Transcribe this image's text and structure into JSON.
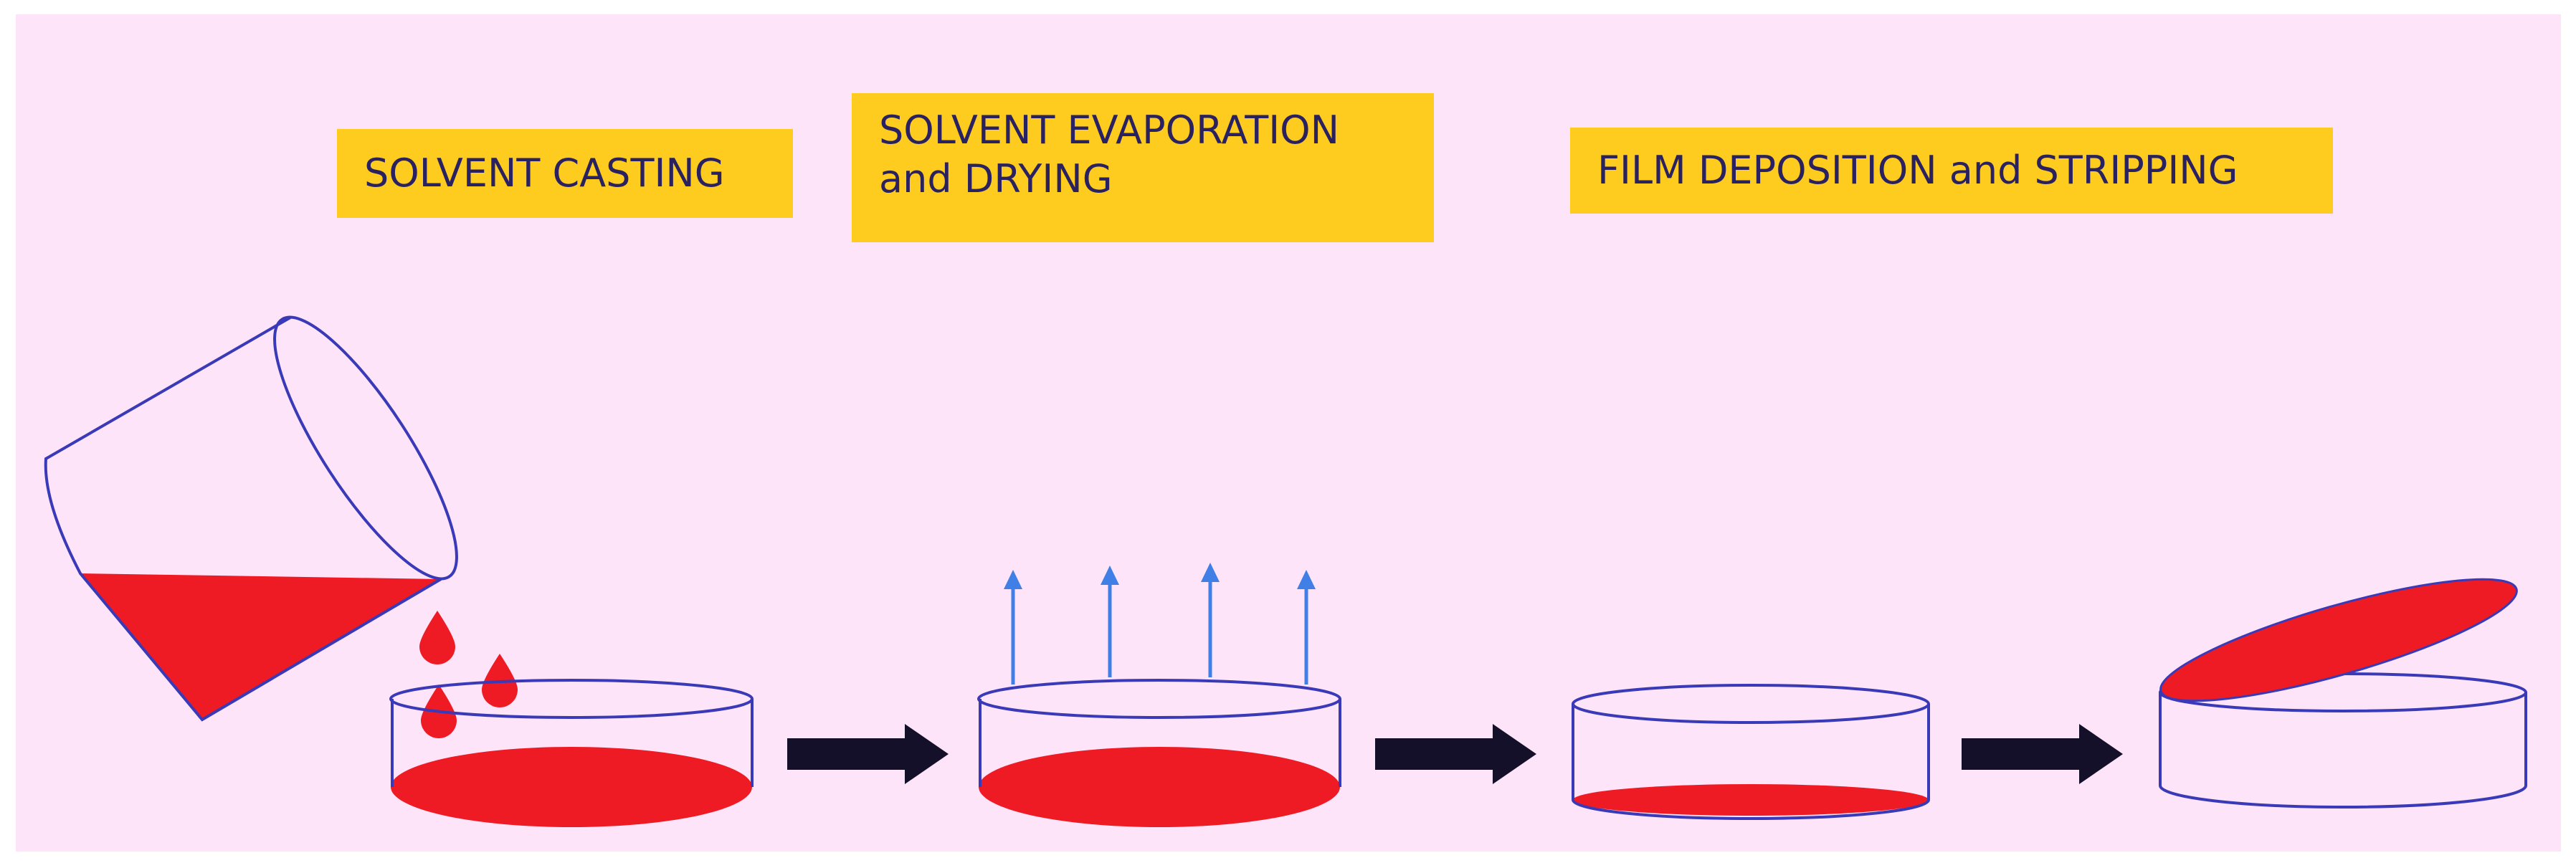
{
  "colors": {
    "background": "#fde4f8",
    "label_fill": "#fecb1f",
    "label_text": "#2a2260",
    "solution": "#ee1b24",
    "outline": "#3a3ab8",
    "vapor_arrow": "#3f7fe6",
    "process_arrow": "#15102a"
  },
  "stages": [
    {
      "label": "SOLVENT CASTING"
    },
    {
      "label": "SOLVENT EVAPORATION\nand DRYING"
    },
    {
      "label": "FILM DEPOSITION and STRIPPING"
    }
  ],
  "icons": [
    "tilted-beaker-icon",
    "petri-dish-icon",
    "vapor-arrow-icon",
    "process-arrow-icon",
    "peeled-film-icon"
  ]
}
